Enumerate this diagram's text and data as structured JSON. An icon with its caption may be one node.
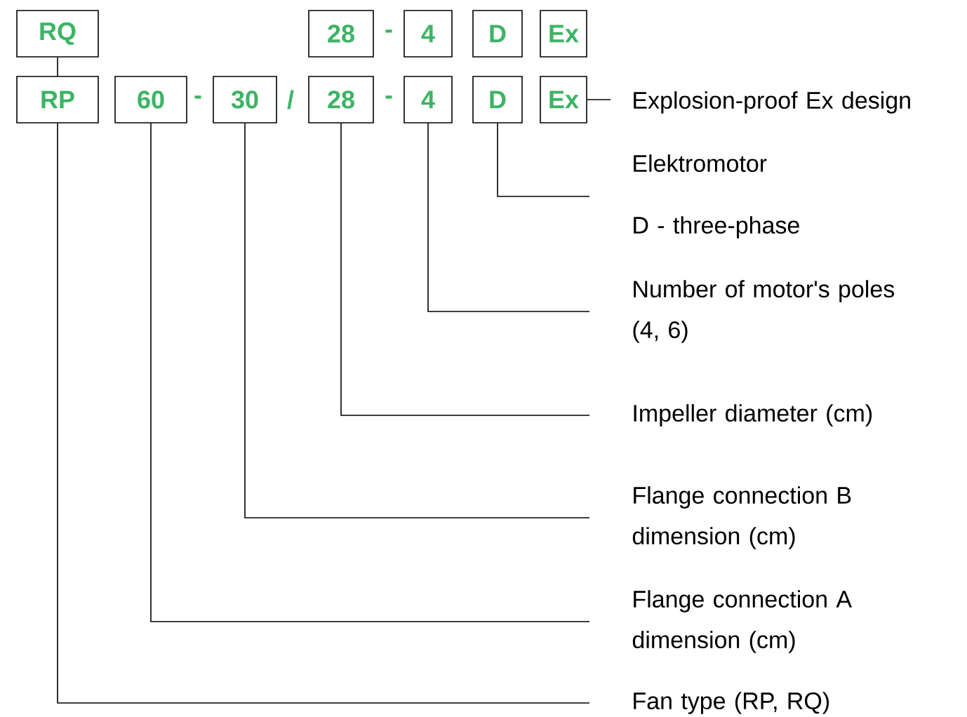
{
  "diagram": {
    "nodes": [
      {
        "text": [
          "RQ"
        ]
      },
      {
        "text": [
          "28"
        ]
      },
      {
        "text": [
          "4"
        ]
      },
      {
        "text": [
          "D"
        ]
      },
      {
        "text": [
          "Ex"
        ]
      },
      {
        "text": [
          "RP"
        ]
      },
      {
        "text": [
          "60"
        ]
      },
      {
        "text": [
          "30"
        ]
      },
      {
        "text": [
          "28"
        ]
      },
      {
        "text": [
          "4"
        ]
      },
      {
        "text": [
          "D"
        ]
      },
      {
        "text": [
          "Ex"
        ]
      },
      {
        "text": [
          "Explosion-proof Ex design"
        ]
      },
      {
        "text": [
          "Elektromotor",
          "D - three-phase"
        ]
      },
      {
        "text": [
          "Number of motor's poles (4, 6)"
        ]
      },
      {
        "text": [
          "Impeller diameter (cm)"
        ]
      },
      {
        "text": [
          "Flange connection B dimension (cm)"
        ]
      },
      {
        "text": [
          "Flange connection A dimension (cm)"
        ]
      },
      {
        "text": [
          "Fan type (RP, RQ)"
        ]
      }
    ],
    "edges": [
      {
        "from": 0,
        "to": 5,
        "arrow": "none"
      },
      {
        "from": 11,
        "to": 12,
        "arrow": "none"
      },
      {
        "from": 10,
        "to": 13,
        "arrow": "none"
      },
      {
        "from": 9,
        "to": 14,
        "arrow": "none"
      },
      {
        "from": 8,
        "to": 15,
        "arrow": "none"
      },
      {
        "from": 7,
        "to": 16,
        "arrow": "none"
      },
      {
        "from": 6,
        "to": 17,
        "arrow": "none"
      },
      {
        "from": 5,
        "to": 18,
        "arrow": "none"
      }
    ],
    "labels": [
      "-",
      "-",
      "/",
      "-"
    ]
  }
}
